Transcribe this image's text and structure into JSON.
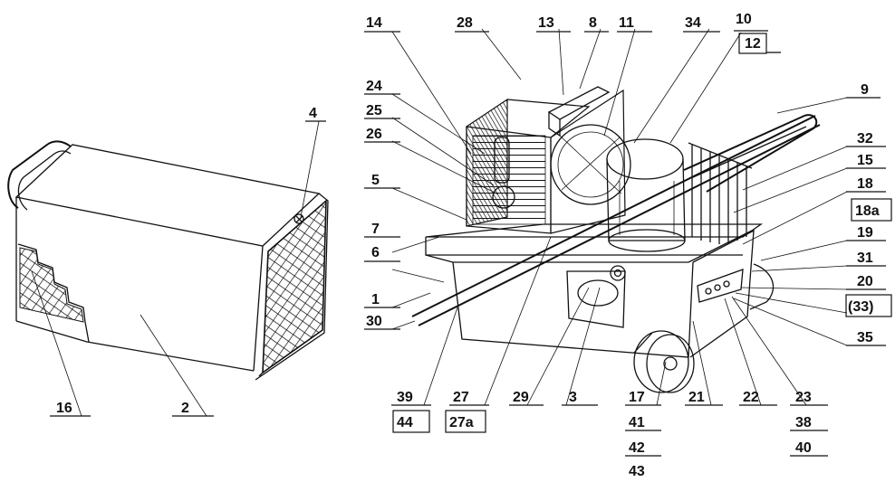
{
  "labels": {
    "l14": "14",
    "l28": "28",
    "l13": "13",
    "l8": "8",
    "l11": "11",
    "l34": "34",
    "l10": "10",
    "l12": "12",
    "l24": "24",
    "l4": "4",
    "l25": "25",
    "l26": "26",
    "l5": "5",
    "l7": "7",
    "l6": "6",
    "l1": "1",
    "l30": "30",
    "l9": "9",
    "l32": "32",
    "l15": "15",
    "l18": "18",
    "l18a": "18a",
    "l19": "19",
    "l31": "31",
    "l20": "20",
    "l33": "(33)",
    "l35": "35",
    "l16": "16",
    "l2": "2",
    "l39": "39",
    "l44": "44",
    "l27": "27",
    "l27a": "27a",
    "l29": "29",
    "l3": "3",
    "l17": "17",
    "l41": "41",
    "l42": "42",
    "l43": "43",
    "l21": "21",
    "l22": "22",
    "l23": "23",
    "l38": "38",
    "l40": "40"
  }
}
